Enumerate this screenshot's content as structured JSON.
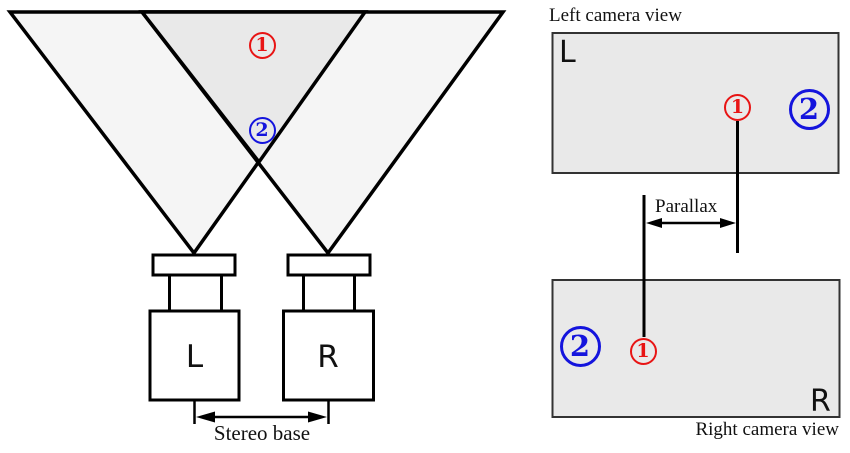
{
  "colors": {
    "marker_red": "#e81414",
    "marker_blue": "#1414dd",
    "frustum_fill": "#f5f5f5",
    "overlap_fill": "#e9e9e9",
    "view_fill": "#e9e9e9",
    "view_border": "#333333",
    "line_black": "#000000"
  },
  "stereo_diagram": {
    "camera_left_label": "L",
    "camera_right_label": "R",
    "stereo_base_label": "Stereo base",
    "point1_label": "1",
    "point2_label": "2"
  },
  "views_panel": {
    "parallax_label": "Parallax",
    "left_view": {
      "title": "Left camera view",
      "corner_label": "L",
      "point1_label": "1",
      "point2_label": "2"
    },
    "right_view": {
      "title": "Right camera view",
      "corner_label": "R",
      "point1_label": "1",
      "point2_label": "2"
    }
  }
}
